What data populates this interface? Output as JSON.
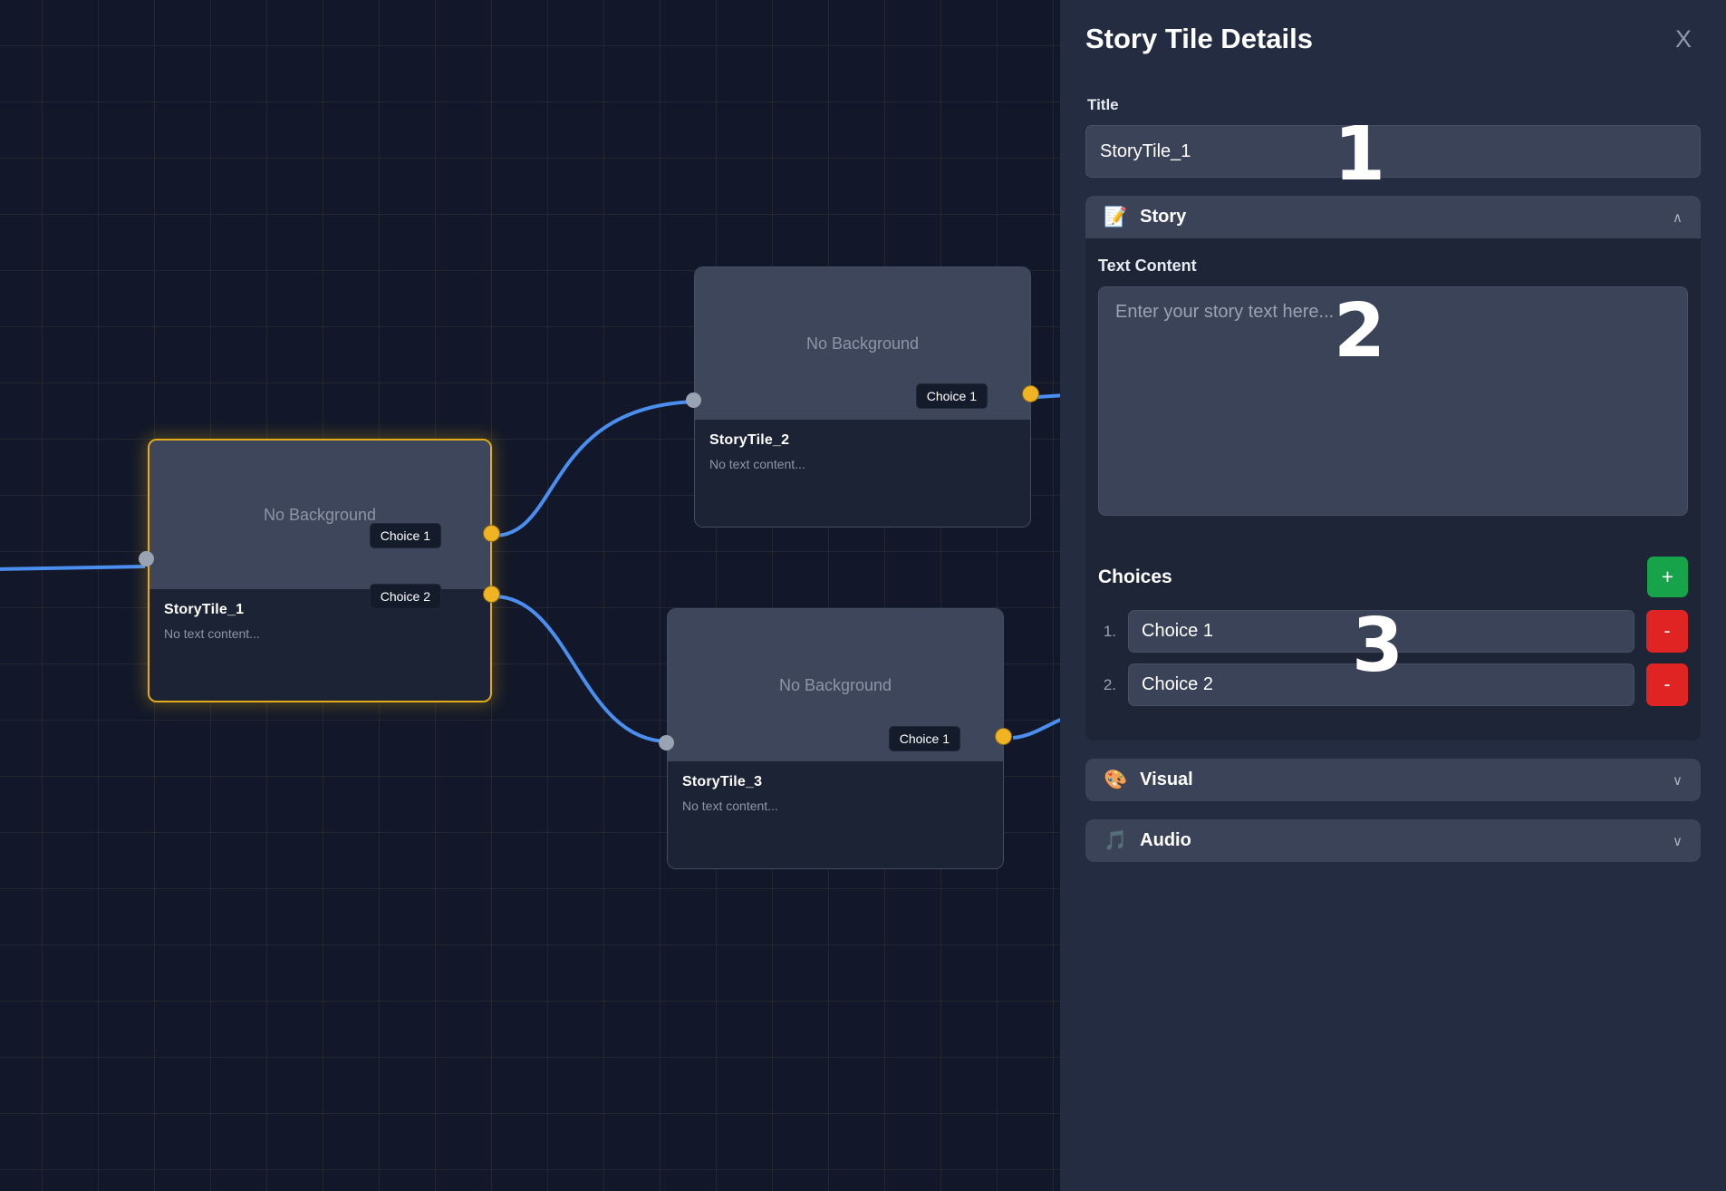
{
  "panel": {
    "title": "Story Tile Details",
    "close_label": "X",
    "title_field": {
      "label": "Title",
      "value": "StoryTile_1"
    },
    "story_section": {
      "name": "Story",
      "icon": "memo-icon",
      "icon_glyph": "📝",
      "expanded": true,
      "chevron": "∧",
      "text_content_label": "Text Content",
      "text_content_value": "",
      "text_content_placeholder": "Enter your story text here..."
    },
    "choices": {
      "title": "Choices",
      "add_label": "+",
      "remove_label": "-",
      "items": [
        {
          "index": "1.",
          "value": "Choice 1"
        },
        {
          "index": "2.",
          "value": "Choice 2"
        }
      ]
    },
    "visual_section": {
      "name": "Visual",
      "icon": "palette-icon",
      "icon_glyph": "🎨",
      "expanded": false,
      "chevron": "∨"
    },
    "audio_section": {
      "name": "Audio",
      "icon": "music-note-icon",
      "icon_glyph": "🎵",
      "expanded": false,
      "chevron": "∨"
    }
  },
  "canvas": {
    "no_background_label": "No Background",
    "no_text_label": "No text content...",
    "nodes": [
      {
        "title": "StoryTile_1",
        "selected": true,
        "choices": [
          "Choice 1",
          "Choice 2"
        ]
      },
      {
        "title": "StoryTile_2",
        "selected": false,
        "choices": [
          "Choice 1"
        ]
      },
      {
        "title": "StoryTile_3",
        "selected": false,
        "choices": [
          "Choice 1"
        ]
      }
    ]
  },
  "overlay_steps": [
    {
      "label": "1"
    },
    {
      "label": "2"
    },
    {
      "label": "3"
    }
  ],
  "colors": {
    "accent_selected": "#e3ad18",
    "handle": "#f0b323",
    "edge": "#4a8ff0",
    "add": "#16a34a",
    "remove": "#e02424",
    "panel_bg": "#232c40",
    "canvas_bg": "#121829"
  }
}
